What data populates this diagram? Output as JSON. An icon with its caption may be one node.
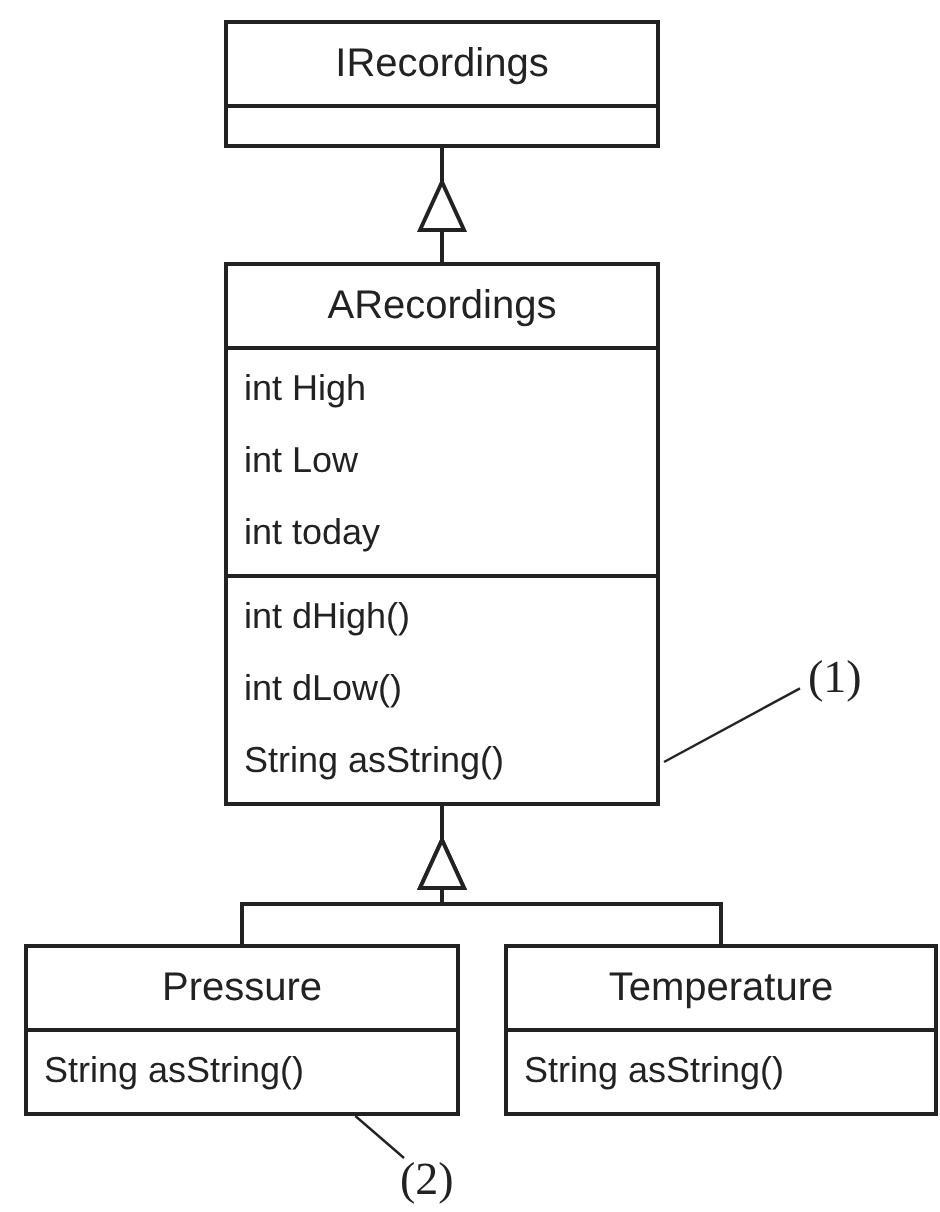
{
  "diagram": {
    "nodes": [
      {
        "text": [
          "IRecordings"
        ]
      },
      {
        "text": [
          "ARecordings",
          "int High",
          "int Low",
          "int today",
          "int dHigh()",
          "int dLow()",
          "String asString()"
        ]
      },
      {
        "text": [
          "Pressure",
          "String asString()"
        ]
      },
      {
        "text": [
          "Temperature",
          "String asString()"
        ]
      },
      {
        "text": [
          "(1)"
        ]
      },
      {
        "text": [
          "(2)"
        ]
      }
    ],
    "edges": [
      {
        "from": 1,
        "to": 0,
        "arrow": "to"
      },
      {
        "from": 2,
        "to": 1,
        "arrow": "to"
      },
      {
        "from": 3,
        "to": 1,
        "arrow": "to"
      },
      {
        "from": 4,
        "to": 1,
        "arrow": "none"
      },
      {
        "from": 5,
        "to": 2,
        "arrow": "none"
      }
    ]
  }
}
